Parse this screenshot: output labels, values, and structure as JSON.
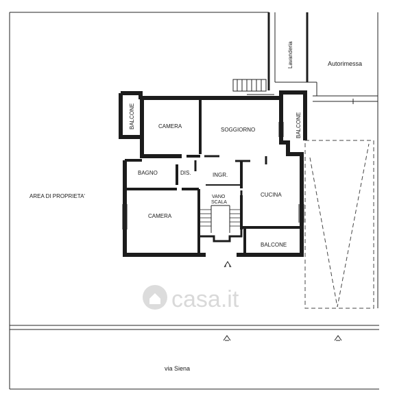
{
  "rooms": {
    "camera_top": "CAMERA",
    "soggiorno": "SOGGIORNO",
    "bagno": "BAGNO",
    "dis": "DIS.",
    "ingr": "INGR.",
    "cucina": "CUCINA",
    "vano_scala_1": "VANO",
    "vano_scala_2": "SCALA",
    "camera_bottom": "CAMERA"
  },
  "balconies": {
    "left": "BALCONE",
    "right": "BALCONE",
    "bottom": "BALCONE"
  },
  "outside": {
    "lavanderia": "Lavanderia",
    "autorimessa": "Autorimessa",
    "area": "AREA DI PROPRIETA'",
    "street": "via Siena"
  },
  "watermark": "casa.it"
}
